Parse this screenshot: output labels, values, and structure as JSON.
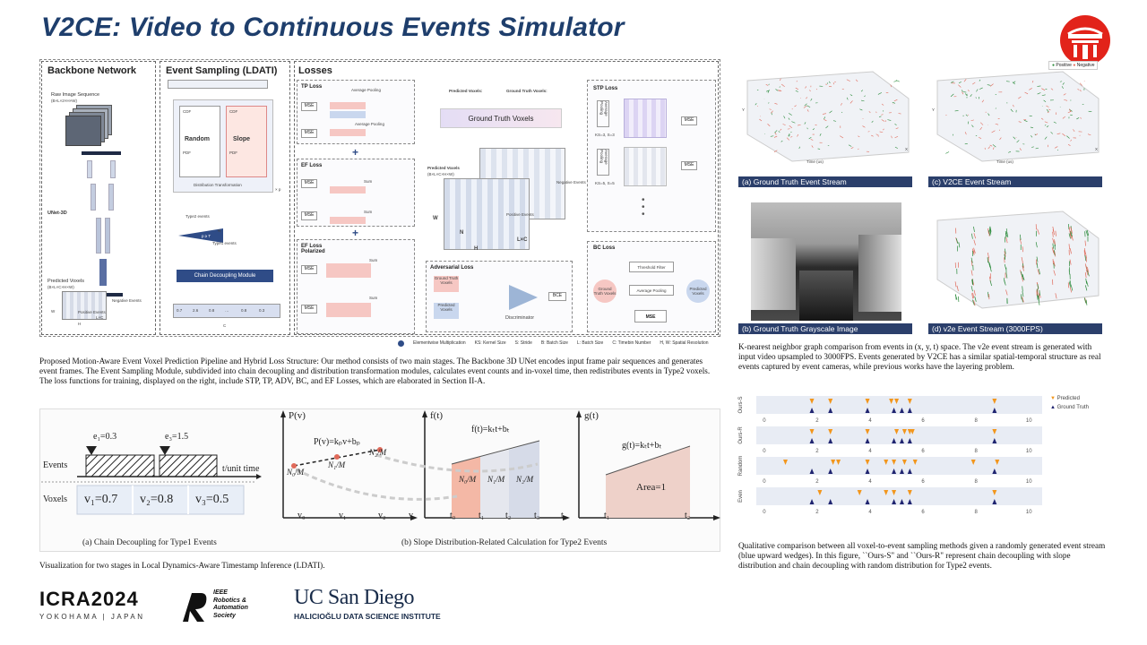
{
  "header": {
    "title": "V2CE: Video to Continuous Events Simulator"
  },
  "pipeline": {
    "backbone": {
      "title": "Backbone Network",
      "input_label": "Raw Image Sequence",
      "input_shape": "(B×L×2×H×W)",
      "unet_label": "UNet-3D",
      "output_label": "Predicted Voxels",
      "output_shape": "(B×L×C×H×W)",
      "negative_events": "Negative Events",
      "positive_events": "Positive Events",
      "dim_w": "W",
      "dim_h": "H",
      "dim_lc": "L×C"
    },
    "sampling": {
      "title": "Event Sampling (LDATI)",
      "random": "Random",
      "slope": "Slope",
      "cdf": "CDF",
      "pdf": "PDF",
      "distribution_transformation": "Distribution Transformation",
      "times_p": "× p",
      "type2_events": "Type2 events",
      "type1_events": "Type1 events",
      "p_ge_t": "p ≥ T",
      "n_label": "N",
      "chain_module": "Chain Decoupling Module",
      "voxel_values": [
        "0.7",
        "2.6",
        "0.8",
        "…",
        "0.8",
        "0.3"
      ],
      "c_label": "C"
    },
    "losses": {
      "title": "Losses",
      "tp_loss": "TP Loss",
      "ef_loss": "EF Loss",
      "ef_loss_polarized": "EF Loss Polarized",
      "stp_loss": "STP Loss",
      "bc_loss": "BC Loss",
      "adversarial_loss": "Adversarial Loss",
      "average_pooling": "Average Pooling",
      "sum": "Sum",
      "mse": "MSE",
      "bce": "BCE",
      "discriminator": "Discriminator",
      "ground_truth_voxels": "Ground Truth Voxels",
      "predicted_voxels_legend": "Predicted Voxels:",
      "ground_truth_voxels_legend": "Ground Truth Voxels:",
      "predicted_voxels": "Predicted Voxels",
      "predicted_shape": "(B×L×C×H×W)",
      "threshold_filter": "Threshold Filter",
      "gt_voxels_small": "Ground Truth Voxels",
      "pred_voxels_small": "Predicted Voxels",
      "negative_events": "Negative Events",
      "positive_events": "Positive Events",
      "dim_w": "W",
      "dim_n": "N",
      "dim_h": "H",
      "dim_lc": "L×C",
      "ks3": "KS=3, S=3",
      "ks5": "KS=5, S=5"
    },
    "legend": {
      "elementwise": "Elementwise Multiplication",
      "ks": "KS: Kernel Size",
      "s": "S: Stride",
      "b": "B: Batch Size",
      "l": "L: Batch Size",
      "c": "C: Timebin Number",
      "hw": "H, W: Spatial Resolution"
    }
  },
  "captions": {
    "pipeline": "Proposed Motion-Aware Event Voxel Prediction Pipeline and Hybrid Loss Structure: Our method consists of two main stages. The Backbone 3D UNet encodes input frame pair sequences and generates event frames. The Event Sampling Module, subdivided into chain decoupling and distribution transformation modules, calculates event counts and in-voxel time, then redistributes events in Type2 voxels. The loss functions for training, displayed on the right, include STP, TP, ADV, BC, and EF Losses, which are elaborated in Section II-A.",
    "ldati": "Visualization for two stages in Local Dynamics-Aware Timestamp Inference (LDATI).",
    "knn": "K-nearest neighbor graph comparison from events in (x, y, t) space. The v2e event stream is generated with input video upsampled to 3000FPS. Events generated by V2CE has a similar spatial-temporal structure as real events captured by event cameras, while previous works have the layering problem.",
    "sampling": "Qualitative comparison between all voxel-to-event sampling methods given a randomly generated event stream (blue upward wedges). In this figure, ``Ours-S\" and ``Ours-R\" represent chain decoupling with slope distribution and chain decoupling with random distribution for Type2 events."
  },
  "ldati": {
    "chain": {
      "e1": "e₁=0.3",
      "e3": "e₃=1.5",
      "events": "Events",
      "voxels": "Voxels",
      "t_unit": "t/unit time",
      "v1": "v₁=0.7",
      "v2": "v₂=0.8",
      "v3": "v₃=0.5",
      "caption": "(a) Chain Decoupling  for Type1 Events"
    },
    "slope": {
      "pv": "P(v)",
      "pv_formula": "P(v)=kₚv+bₚ",
      "n0m": "N₀/M",
      "n1m": "N₁/M",
      "n2m": "N₂/M",
      "v0": "v₀",
      "v1": "v₁",
      "v2": "v₂",
      "v": "v",
      "ft": "f(t)",
      "ft_formula": "f(t)=kₜt+bₜ",
      "t0": "t₀",
      "t1": "t₁",
      "t2": "t₂",
      "t3": "t₃",
      "t": "t",
      "gt": "g(t)",
      "gt_formula": "g(t)=kₜt+bₜ",
      "area": "Area=1",
      "g_t1": "t₁",
      "g_t2": "t₂",
      "caption": "(b) Slope Distribution-Related Calculation for Type2 Events"
    }
  },
  "knn": {
    "legend_positive": "Positive",
    "legend_negative": "Negative",
    "time_axis": "Time (us)",
    "x_axis": "X",
    "y_axis": "Y",
    "panels": [
      "(a) Ground Truth Event Stream",
      "(c) V2CE Event Stream",
      "(b) Ground Truth Grayscale Image",
      "(d) v2e Event Stream (3000FPS)"
    ]
  },
  "chart_data": {
    "type": "scatter",
    "title": "",
    "xlabel": "",
    "ylabel": "",
    "xlim": [
      -0.3,
      10.5
    ],
    "x_ticks": [
      0,
      2,
      4,
      6,
      8,
      10
    ],
    "rows": [
      "Ours-S",
      "Ours-R",
      "Random",
      "Even"
    ],
    "legend": [
      "Predicted",
      "Ground Truth"
    ],
    "ground_truth": [
      1.8,
      2.5,
      3.9,
      4.9,
      5.2,
      5.5,
      8.7
    ],
    "series": [
      {
        "name": "Predicted",
        "row": "Ours-S",
        "values": [
          1.8,
          2.5,
          3.9,
          4.8,
          5.0,
          5.5,
          8.7
        ]
      },
      {
        "name": "Predicted",
        "row": "Ours-R",
        "values": [
          1.8,
          2.5,
          3.9,
          5.0,
          5.3,
          5.5,
          5.6,
          8.7
        ]
      },
      {
        "name": "Predicted",
        "row": "Random",
        "values": [
          0.8,
          2.6,
          2.8,
          3.9,
          4.6,
          4.9,
          5.3,
          5.7,
          7.9,
          8.8
        ]
      },
      {
        "name": "Predicted",
        "row": "Even",
        "values": [
          2.1,
          3.6,
          4.6,
          4.9,
          5.5,
          8.7
        ]
      }
    ],
    "colors": {
      "predicted": "#f2961c",
      "ground_truth": "#1f2470"
    }
  },
  "footer": {
    "icra_name": "ICRA2024",
    "icra_loc": "YOKOHAMA | JAPAN",
    "ieee_line1": "IEEE",
    "ieee_line2": "Robotics &",
    "ieee_line3": "Automation",
    "ieee_line4": "Society",
    "ucsd_name": "UC San Diego",
    "ucsd_inst": "HALICIOĞLU DATA SCIENCE INSTITUTE"
  }
}
